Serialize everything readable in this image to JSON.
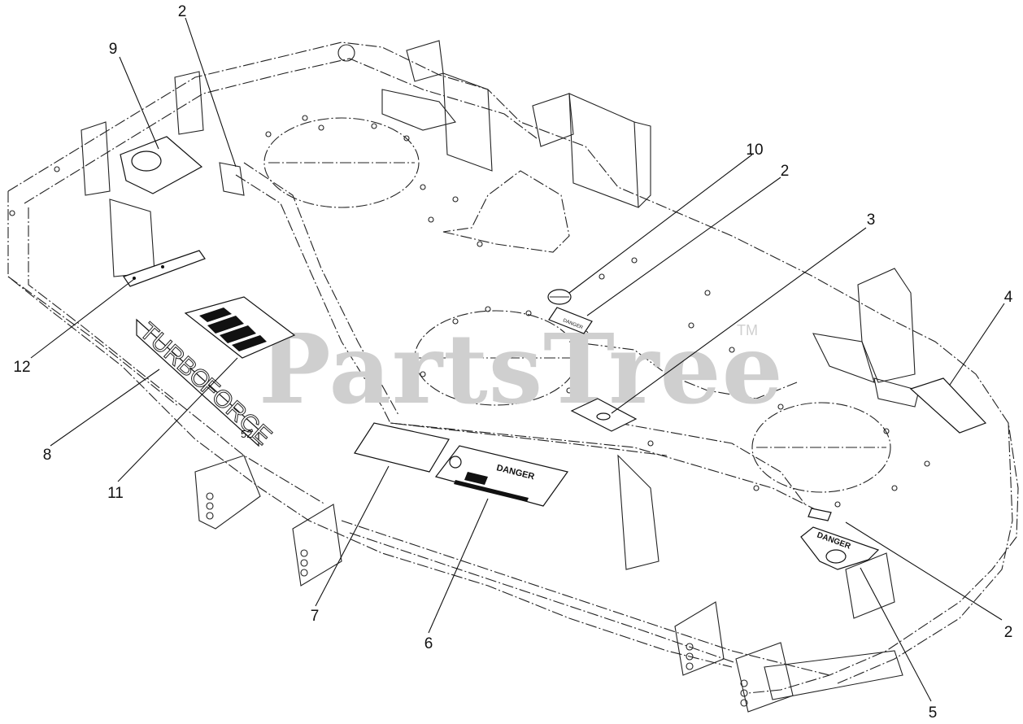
{
  "watermark": {
    "text": "PartsTree",
    "tm": "TM"
  },
  "callouts": [
    {
      "id": "c2a",
      "label": "2"
    },
    {
      "id": "c9",
      "label": "9"
    },
    {
      "id": "c10",
      "label": "10"
    },
    {
      "id": "c2b",
      "label": "2"
    },
    {
      "id": "c3",
      "label": "3"
    },
    {
      "id": "c4",
      "label": "4"
    },
    {
      "id": "c12",
      "label": "12"
    },
    {
      "id": "c8",
      "label": "8"
    },
    {
      "id": "c11",
      "label": "11"
    },
    {
      "id": "c7",
      "label": "7"
    },
    {
      "id": "c6",
      "label": "6"
    },
    {
      "id": "c2c",
      "label": "2"
    },
    {
      "id": "c5",
      "label": "5"
    }
  ],
  "decals": {
    "danger_strip": "DANGER",
    "danger_main": "DANGER",
    "danger_shield": "DANGER",
    "turbo_line1": "TURBO",
    "turbo_line2": "FORCE",
    "turbo_size": "52"
  }
}
